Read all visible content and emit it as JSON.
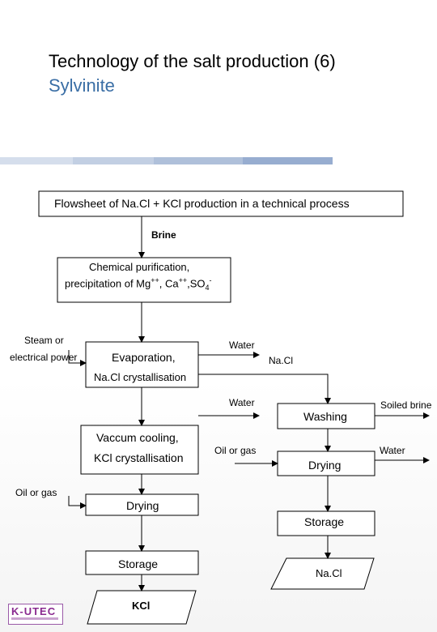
{
  "slide": {
    "title": "Technology of the salt production (6)",
    "subtitle": "Sylvinite"
  },
  "flowsheet": {
    "header": "Flowsheet of Na.Cl + KCl production in a technical process",
    "brine": "Brine",
    "purification_line1": "Chemical purification,",
    "purification_line2_prefix": "precipitation of Mg",
    "purification_sup1": "++",
    "purification_mid": ", Ca",
    "purification_sup2": "++",
    "purification_so": ",SO",
    "purification_sub": "4",
    "purification_sup3": "-",
    "steam_line1": "Steam or",
    "steam_line2": "electrical power",
    "evaporation": "Evaporation,",
    "water_top": "Water",
    "nacl_side": "Na.Cl",
    "nacl_crystallisation": "Na.Cl crystallisation",
    "water_mid": "Water",
    "washing": "Washing",
    "soiled_brine": "Soiled brine",
    "vaccum_cooling": "Vaccum cooling,",
    "kcl_crystallisation": "KCl crystallisation",
    "oil_gas_mid": "Oil or gas",
    "drying_right": "Drying",
    "water_right": "Water",
    "oil_gas_left": "Oil or gas",
    "drying_left": "Drying",
    "storage_right": "Storage",
    "storage_left": "Storage",
    "product_nacl": "Na.Cl",
    "product_kcl": "KCl"
  },
  "logo": {
    "text": "K-UTEC"
  },
  "colors": {
    "subtitle": "#3a6ea5",
    "bar_light": "#c7d3e6",
    "bar_mid": "#a9bbd6",
    "bar_dark": "#8da3c6",
    "logo": "#8a2a90"
  }
}
